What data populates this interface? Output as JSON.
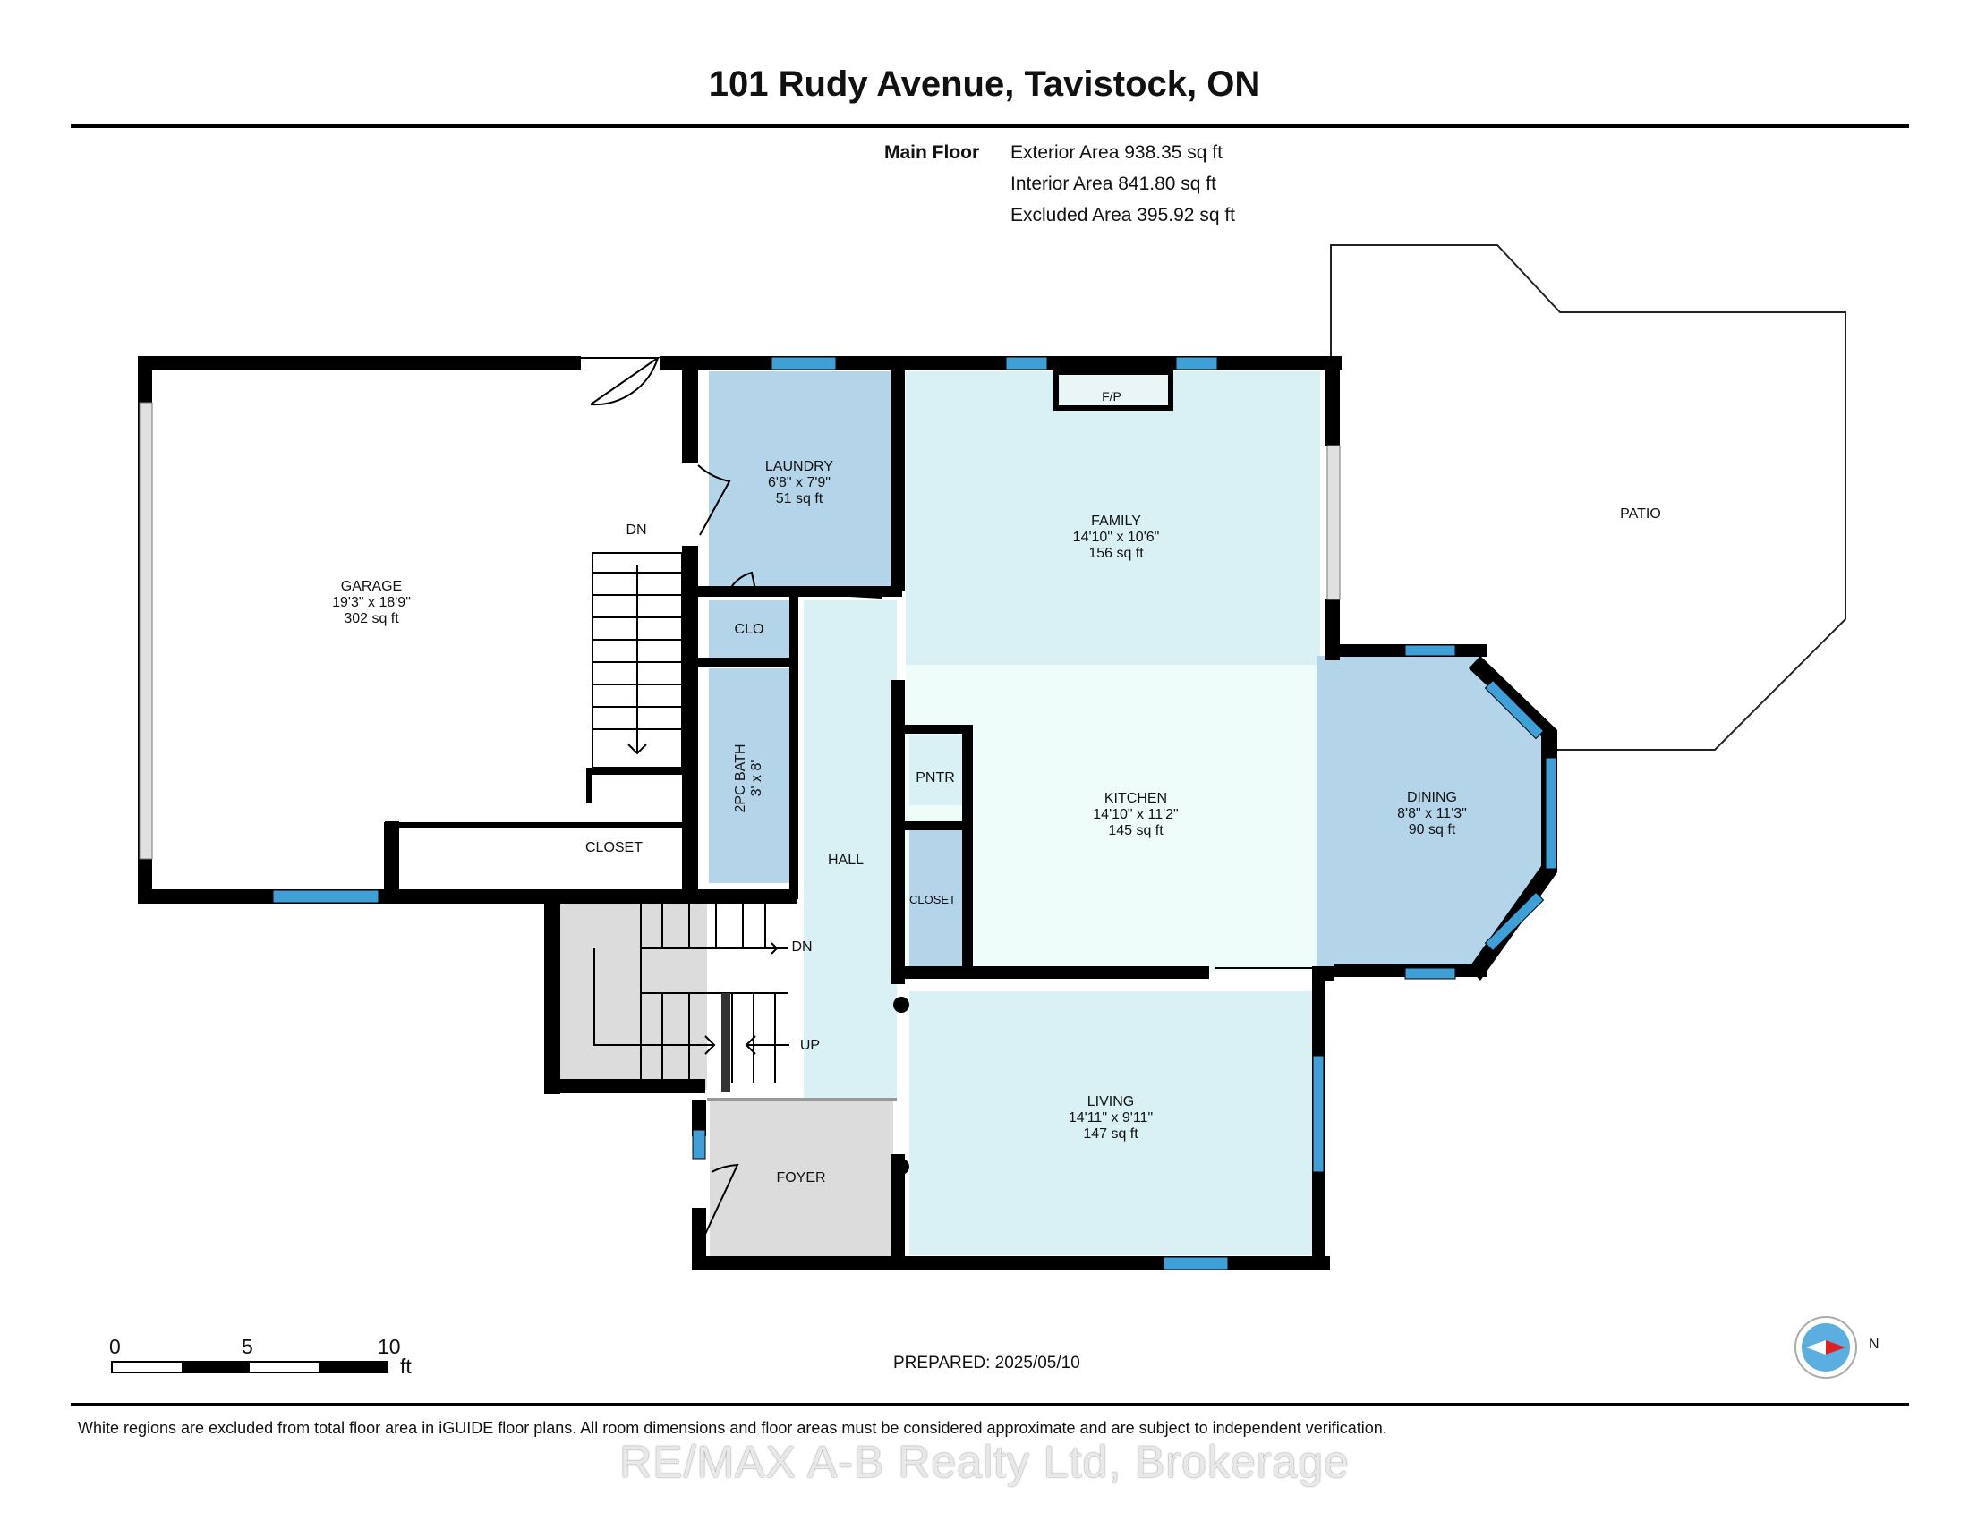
{
  "title": "101 Rudy Avenue, Tavistock, ON",
  "floor": {
    "label": "Main Floor",
    "exterior_area": "Exterior Area 938.35 sq ft",
    "interior_area": "Interior Area 841.80 sq ft",
    "excluded_area": "Excluded Area 395.92 sq ft"
  },
  "rooms": {
    "garage": {
      "name": "GARAGE",
      "dims": "19'3\" x 18'9\"",
      "area": "302 sq ft"
    },
    "laundry": {
      "name": "LAUNDRY",
      "dims": "6'8\" x 7'9\"",
      "area": "51 sq ft"
    },
    "family": {
      "name": "FAMILY",
      "dims": "14'10\" x 10'6\"",
      "area": "156 sq ft"
    },
    "kitchen": {
      "name": "KITCHEN",
      "dims": "14'10\" x 11'2\"",
      "area": "145 sq ft"
    },
    "dining": {
      "name": "DINING",
      "dims": "8'8\" x 11'3\"",
      "area": "90 sq ft"
    },
    "living": {
      "name": "LIVING",
      "dims": "14'11\" x 9'11\"",
      "area": "147 sq ft"
    },
    "bath": {
      "name": "2PC BATH",
      "dims": "3' x 8'"
    },
    "patio": {
      "name": "PATIO"
    },
    "clo": {
      "name": "CLO"
    },
    "pntr": {
      "name": "PNTR"
    },
    "closet_small": {
      "name": "CLOSET"
    },
    "closet_garage": {
      "name": "CLOSET"
    },
    "hall": {
      "name": "HALL"
    },
    "foyer": {
      "name": "FOYER"
    },
    "fp": {
      "name": "F/P"
    },
    "dn_garage": {
      "name": "DN"
    },
    "dn_stair": {
      "name": "DN"
    },
    "up_stair": {
      "name": "UP"
    }
  },
  "scale": {
    "zero": "0",
    "five": "5",
    "ten": "10",
    "unit": "ft"
  },
  "prepared": "PREPARED: 2025/05/10",
  "compass_label": "N",
  "disclaimer": "White regions are excluded from total floor area in iGUIDE floor plans. All room dimensions and floor areas must be considered approximate and are subject to independent verification.",
  "watermark": "RE/MAX A-B Realty Ltd, Brokerage",
  "colors": {
    "wall": "#000000",
    "window": "#3fa0d8",
    "light_room": "#d9f1f4",
    "blue_room": "#b4d4ea",
    "kitchen": "#eafbfa",
    "grey_room": "#dcdcdc"
  }
}
